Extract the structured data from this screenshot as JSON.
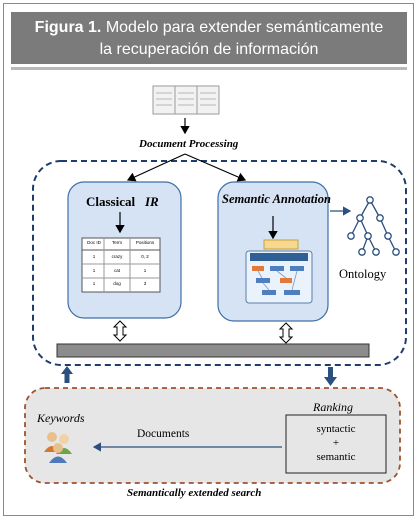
{
  "figure": {
    "number_label": "Figura 1.",
    "title_line1": "Modelo para extender semánticamente",
    "title_line2": "la recuperación de información"
  },
  "diagram": {
    "document_processing": "Document Processing",
    "classical": "Classical",
    "ir": "IR",
    "semantic_annotation": "Semantic Annotation",
    "ontology": "Ontology",
    "keywords": "Keywords",
    "documents": "Documents",
    "ranking": "Ranking",
    "syntactic": "syntactic",
    "plus": "+",
    "semantic": "semantic",
    "semantically_extended_search": "Semantically extended search",
    "table": {
      "headers": [
        "Doc ID",
        "Term",
        "Positions"
      ],
      "rows": [
        [
          "1",
          "crazy",
          "0, 2"
        ],
        [
          "1",
          "cat",
          "1"
        ],
        [
          "1",
          "dog",
          "3"
        ]
      ]
    },
    "colors": {
      "header_bg": "#7b7b7b",
      "inner_box_fill": "#d6e3f4",
      "inner_box_border": "#3f6fa6",
      "outer_dashed_border": "#1f3d6b",
      "search_dashed_border": "#a0522d",
      "search_fill": "#e6e6e6",
      "arrow_blue": "#2b4f7e",
      "bar_fill": "#8c8c8c"
    }
  }
}
